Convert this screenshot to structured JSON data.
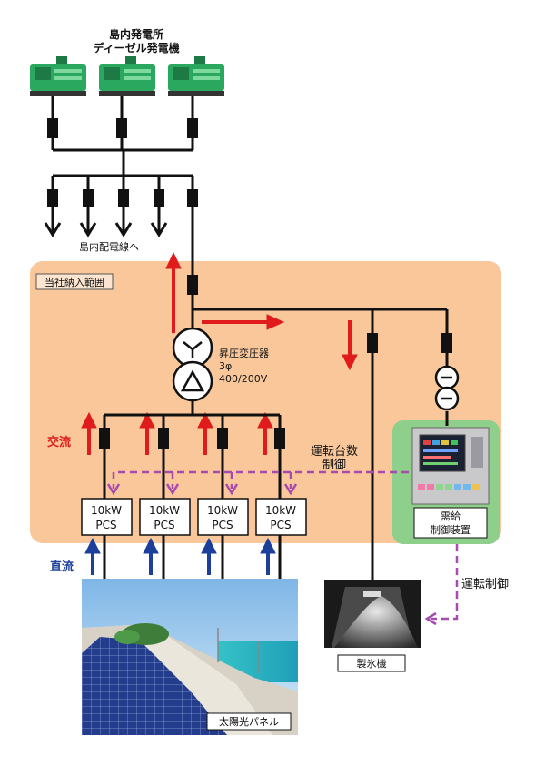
{
  "plant": {
    "line1": "島内発電所",
    "line2": "ディーゼル発電機"
  },
  "distribution_label": "島内配電線へ",
  "scope_label": "当社納入範囲",
  "transformer": {
    "line1": "昇圧変圧器",
    "line2": "3φ",
    "line3": "400/200V"
  },
  "ac_label": "交流",
  "dc_label": "直流",
  "unit_control": {
    "line1": "運転台数",
    "line2": "制御"
  },
  "pcs": [
    {
      "line1": "10kW",
      "line2": "PCS"
    },
    {
      "line1": "10kW",
      "line2": "PCS"
    },
    {
      "line1": "10kW",
      "line2": "PCS"
    },
    {
      "line1": "10kW",
      "line2": "PCS"
    }
  ],
  "controller": {
    "line1": "需給",
    "line2": "制御装置"
  },
  "operation_control": "運転制御",
  "ice_maker": "製氷機",
  "solar_panel": "太陽光パネル",
  "colors": {
    "scope_fill": "#f9c79a",
    "controller_fill": "#8fcf8c",
    "ac_arrow": "#e01b1b",
    "dc_arrow": "#1c3f9c",
    "control_dash": "#a64bb0",
    "generator": "#2aa860"
  }
}
